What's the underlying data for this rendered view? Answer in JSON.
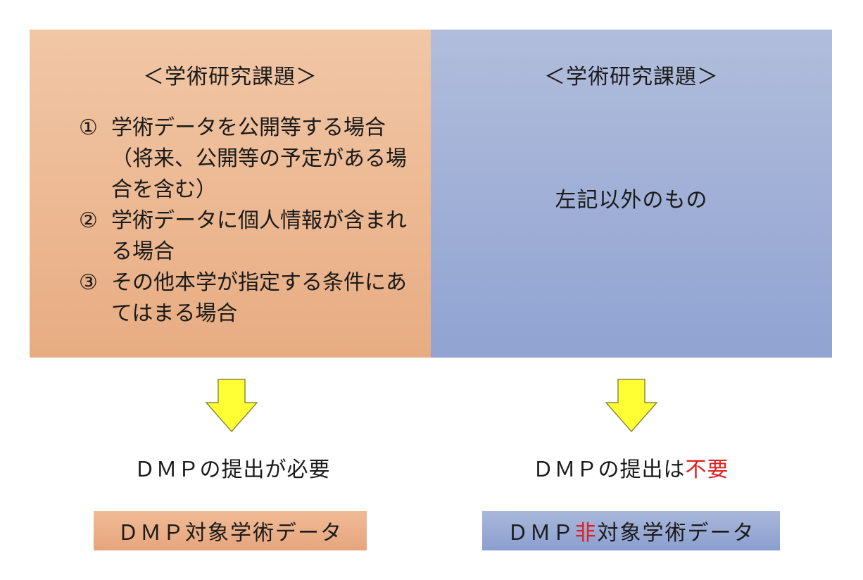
{
  "left_panel": {
    "title": "＜学術研究課題＞",
    "conditions": [
      {
        "number": "①",
        "text": "学術データを公開等する場合（将来、公開等の予定がある場合を含む）"
      },
      {
        "number": "②",
        "text": "学術データに個人情報が含まれる場合"
      },
      {
        "number": "③",
        "text": "その他本学が指定する条件にあてはまる場合"
      }
    ],
    "result": "ＤＭＰの提出が必要",
    "badge": "ＤＭＰ対象学術データ",
    "color": "#eeb893"
  },
  "right_panel": {
    "title": "＜学術研究課題＞",
    "text": "左記以外のもの",
    "result_prefix": "ＤＭＰの提出は",
    "result_emphasis": "不要",
    "badge_prefix": "ＤＭＰ",
    "badge_emphasis": "非",
    "badge_suffix": "対象学術データ",
    "color": "#a0b0d8"
  },
  "colors": {
    "arrow_fill": "#ffff33",
    "arrow_stroke": "#8a8a3a",
    "emphasis": "#e02020"
  },
  "icons": [
    "down-arrow-icon",
    "down-arrow-icon"
  ]
}
